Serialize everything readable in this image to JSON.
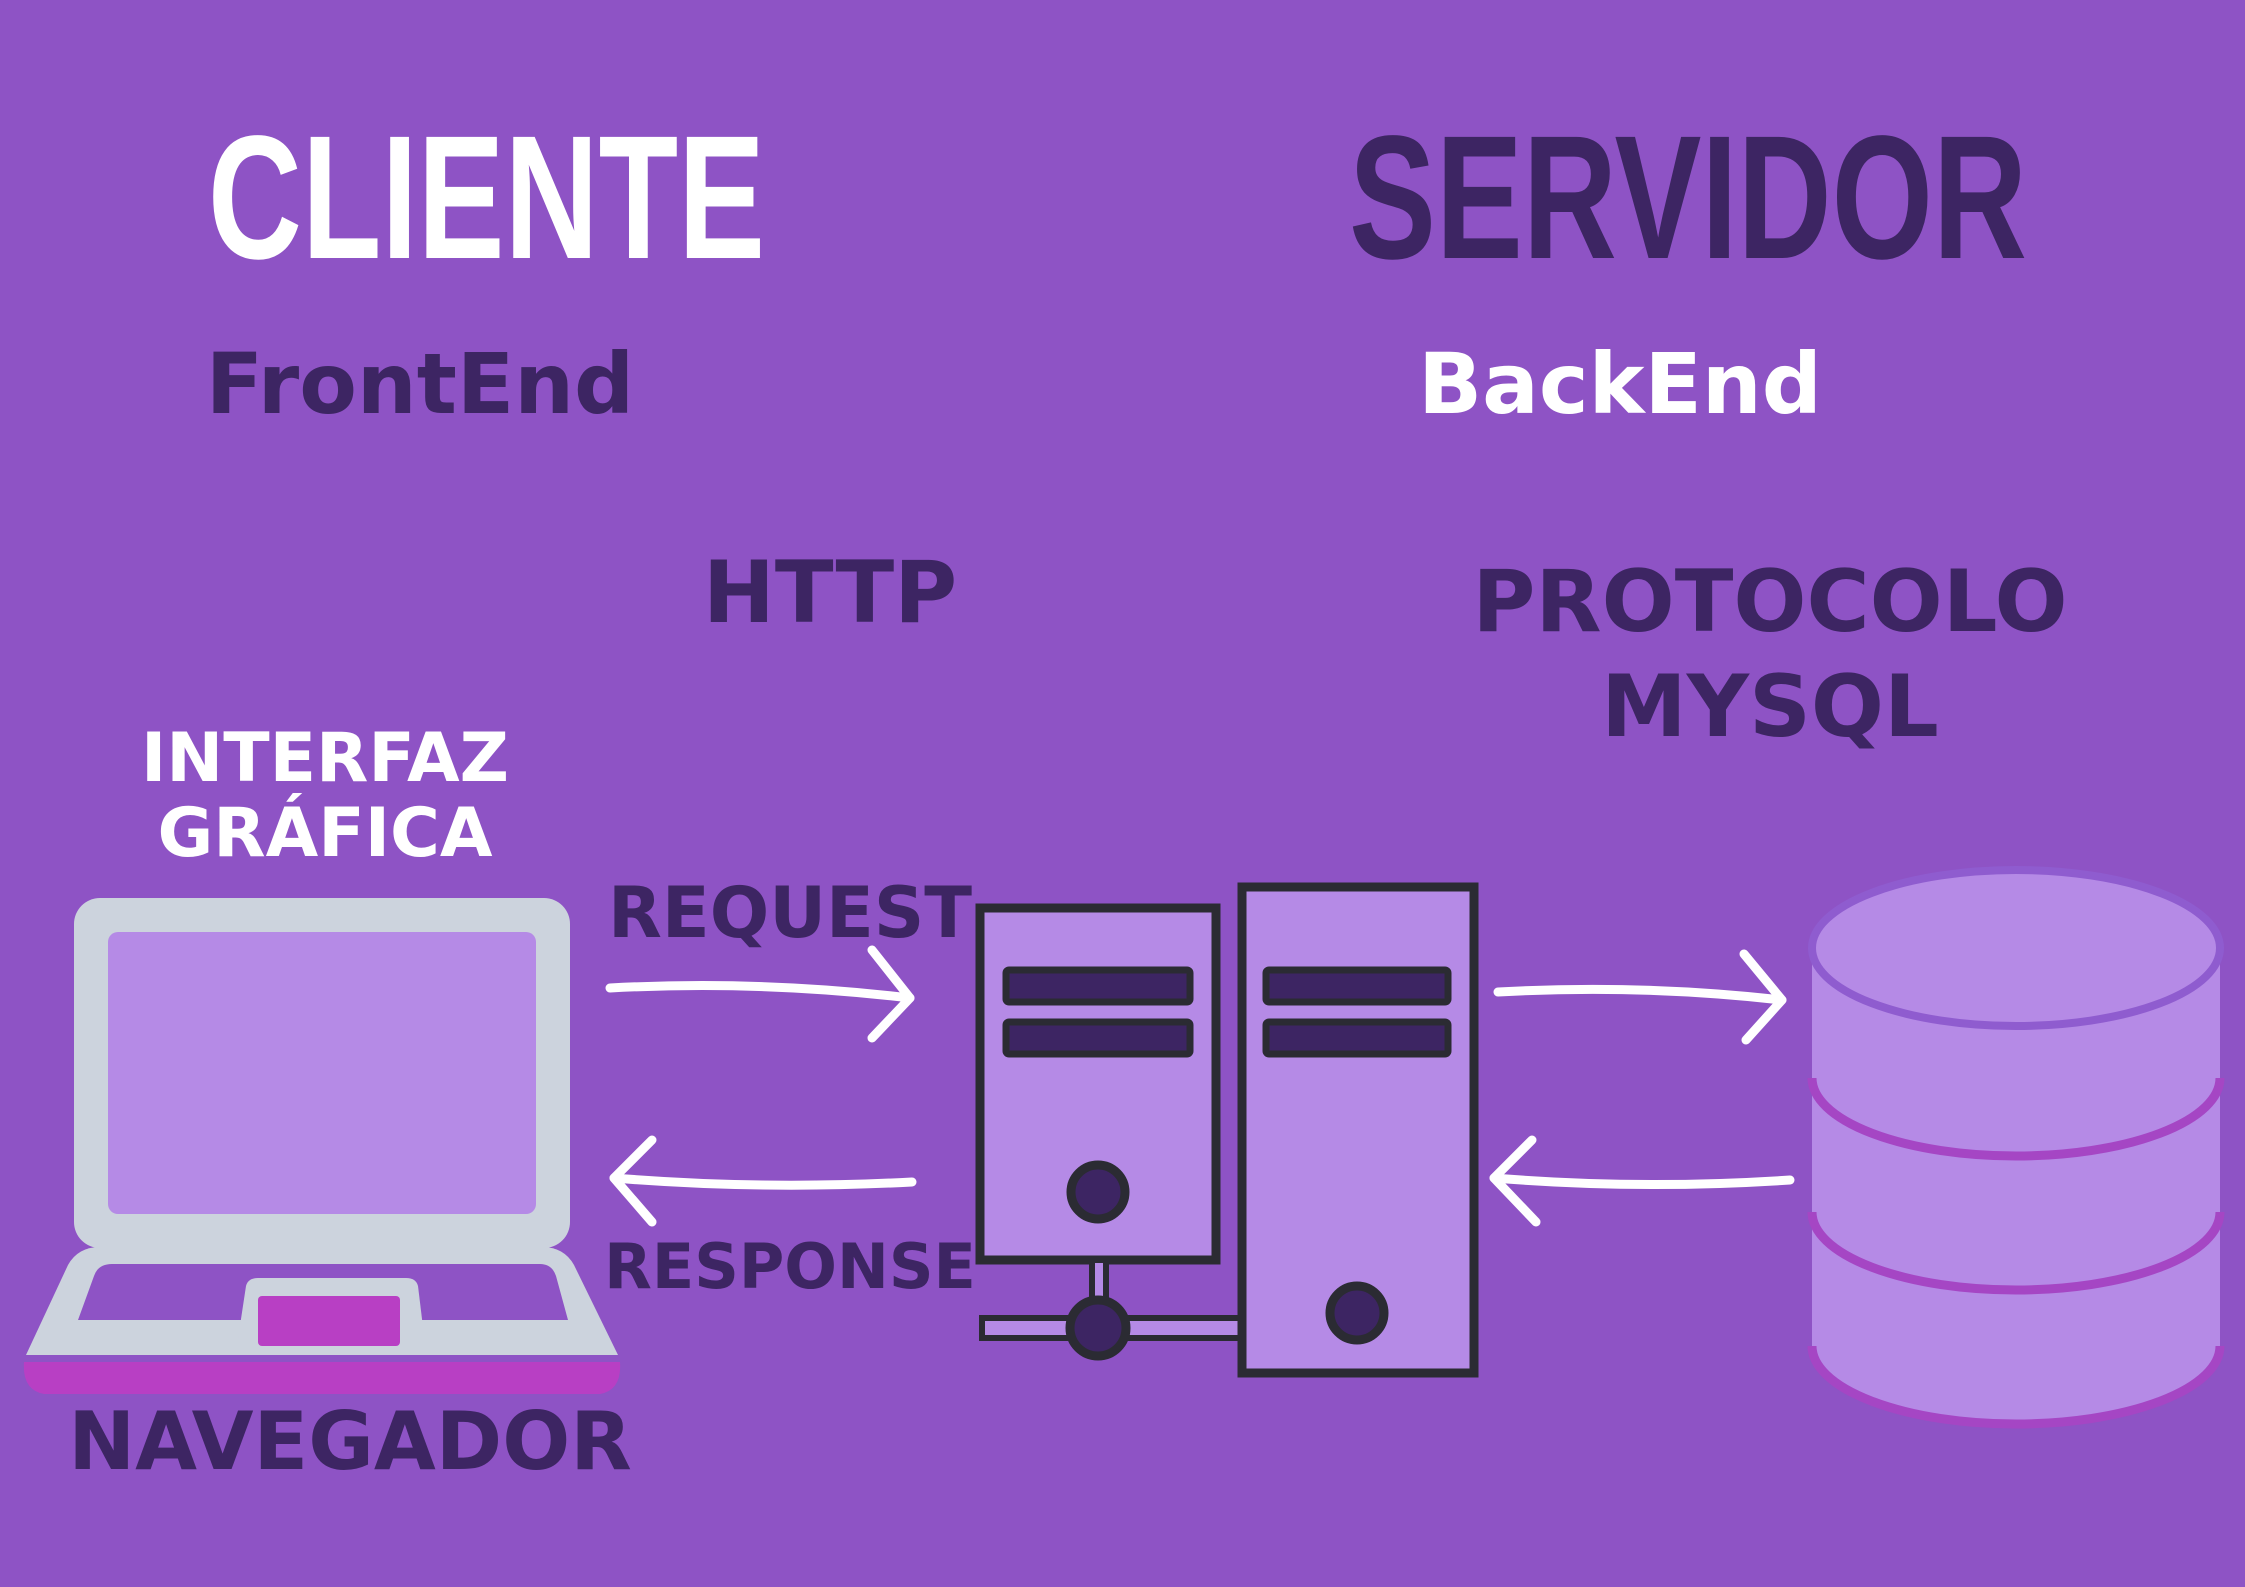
{
  "client": {
    "title": "CLIENTE",
    "subtitle": "FrontEnd",
    "interface_label_line1": "INTERFAZ",
    "interface_label_line2": "GRÁFICA",
    "browser_label": "NAVEGADOR"
  },
  "server": {
    "title": "SERVIDOR",
    "subtitle": "BackEnd"
  },
  "protocols": {
    "http": "HTTP",
    "mysql_line1": "PROTOCOLO",
    "mysql_line2": "MYSQL"
  },
  "flow": {
    "request": "REQUEST",
    "response": "RESPONSE"
  },
  "colors": {
    "background": "#8e53c5",
    "dark_text": "#3d2563",
    "white_text": "#ffffff",
    "device_fill": "#b58ae6",
    "laptop_frame": "#ccd3dd",
    "laptop_accent": "#b83fc4",
    "database_edge": "#a546c4"
  },
  "icons": [
    "laptop-icon",
    "server-icon",
    "database-icon",
    "arrow-right-icon",
    "arrow-left-icon"
  ]
}
